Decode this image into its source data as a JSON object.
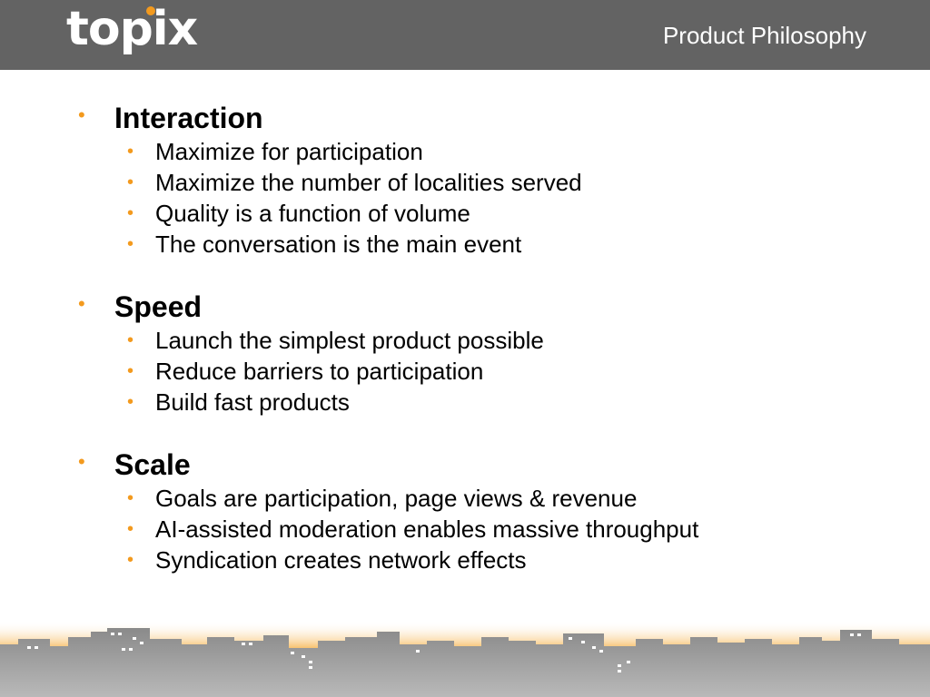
{
  "header": {
    "logo_text": "topix",
    "title": "Product Philosophy",
    "background": "#636363",
    "accent": "#f39a1e"
  },
  "sections": [
    {
      "heading": "Interaction",
      "items": [
        "Maximize for participation",
        "Maximize the number of localities served",
        "Quality is a function of volume",
        "The conversation is the main event"
      ]
    },
    {
      "heading": "Speed",
      "items": [
        "Launch the simplest product possible",
        "Reduce barriers to participation",
        "Build fast products"
      ]
    },
    {
      "heading": "Scale",
      "items": [
        "Goals are participation, page views & revenue",
        "AI-assisted moderation enables massive throughput",
        "Syndication creates network effects"
      ]
    }
  ],
  "footer": {
    "graphic": "city-skyline-illustration"
  }
}
